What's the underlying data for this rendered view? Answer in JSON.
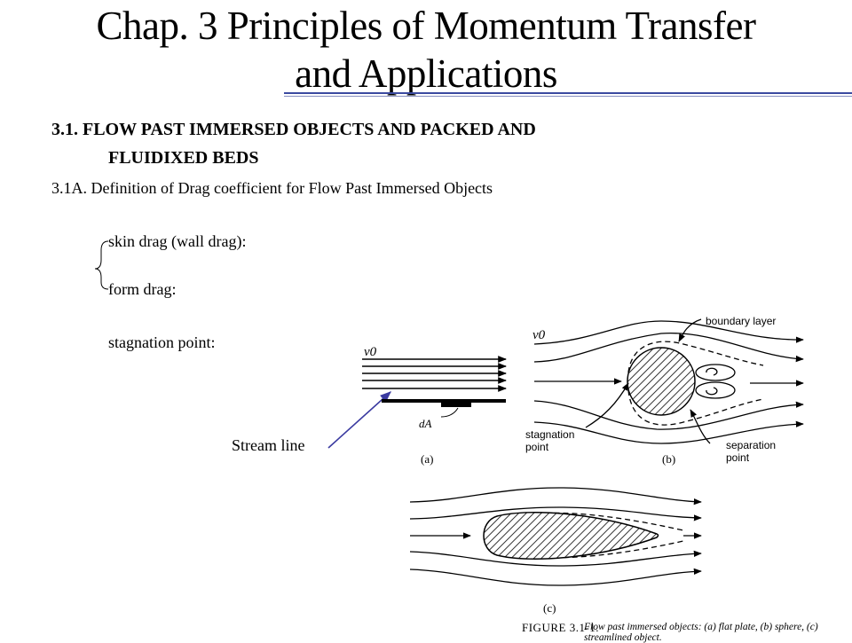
{
  "slide": {
    "title_line1": "Chap. 3 Principles of Momentum Transfer",
    "title_line2": "and Applications",
    "section_heading_line1": "3.1. FLOW PAST IMMERSED OBJECTS AND PACKED AND",
    "section_heading_line2": "FLUIDIXED BEDS",
    "subsection": "3.1A. Definition of Drag coefficient for Flow Past Immersed Objects",
    "items": [
      {
        "label": "skin drag (wall drag):"
      },
      {
        "label": "form drag:"
      },
      {
        "label": "stagnation point:"
      }
    ],
    "annotation": "Stream line"
  },
  "figure": {
    "panel_a": {
      "velocity_label": "v0",
      "area_label": "dA",
      "panel_label": "(a)"
    },
    "panel_b": {
      "velocity_label": "v0",
      "boundary_layer_label": "boundary layer",
      "stagnation_label_1": "stagnation",
      "stagnation_label_2": "point",
      "separation_label_1": "separation",
      "separation_label_2": "point",
      "panel_label": "(b)"
    },
    "panel_c": {
      "panel_label": "(c)"
    },
    "caption_lead": "FIGURE 3.1-1.",
    "caption_text": "Flow past immersed objects: (a) flat plate, (b) sphere, (c) streamlined object.",
    "colors": {
      "pointer_arrow": "#3a3aa0",
      "rule": "#3b4aa0"
    }
  }
}
